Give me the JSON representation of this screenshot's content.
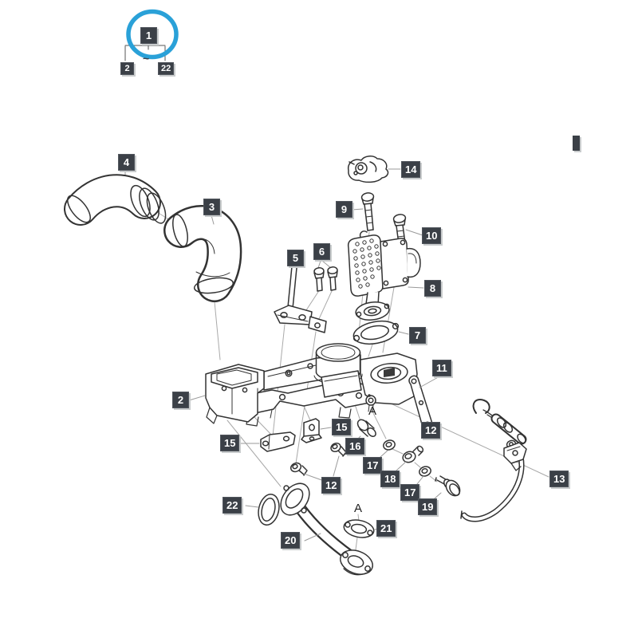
{
  "diagram": {
    "highlight": {
      "color": "#2aa1d8",
      "encircled_label": "1"
    },
    "label_style": {
      "background": "#3b4047",
      "text_color": "#ffffff",
      "shadow": "#c9cccd"
    },
    "tilde": "~",
    "labels": [
      {
        "text": "1"
      },
      {
        "text": "2"
      },
      {
        "text": "22"
      },
      {
        "text": "4"
      },
      {
        "text": "3"
      },
      {
        "text": "14"
      },
      {
        "text": "9"
      },
      {
        "text": "10"
      },
      {
        "text": "5"
      },
      {
        "text": "6"
      },
      {
        "text": "8"
      },
      {
        "text": "7"
      },
      {
        "text": "2"
      },
      {
        "text": "11"
      },
      {
        "text": "12"
      },
      {
        "text": "15"
      },
      {
        "text": "16"
      },
      {
        "text": "15"
      },
      {
        "text": "17"
      },
      {
        "text": "18"
      },
      {
        "text": "17"
      },
      {
        "text": "19"
      },
      {
        "text": "12"
      },
      {
        "text": "22"
      },
      {
        "text": "20"
      },
      {
        "text": "21"
      },
      {
        "text": "13"
      }
    ],
    "letters": [
      {
        "text": "A"
      },
      {
        "text": "A"
      }
    ]
  }
}
